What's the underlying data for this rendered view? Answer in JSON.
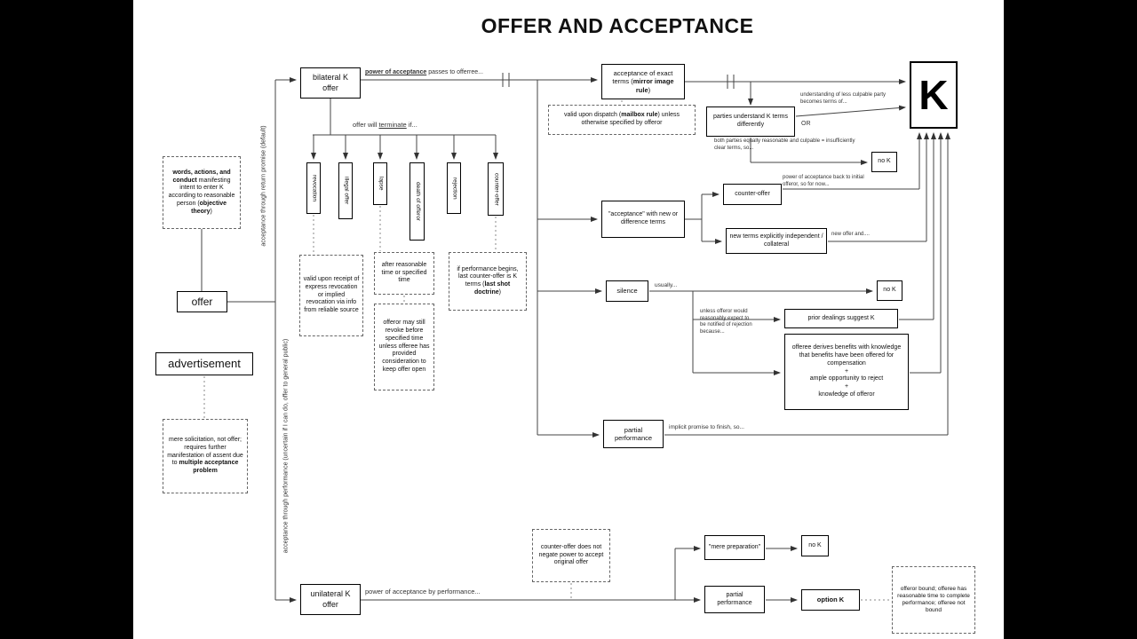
{
  "title": "OFFER AND ACCEPTANCE",
  "k_label": "K",
  "left": {
    "words_b1": "words, actions, and conduct",
    "words_t1": " manifesting intent to enter K according to reasonable person (",
    "words_b2": "objective theory",
    "words_t2": ")",
    "offer": "offer",
    "advertisement": "advertisement",
    "solicit_t1": "mere solicitation, not offer; requires further manifestation of assent due to ",
    "solicit_b1": "multiple acceptance problem",
    "return_promise": "acceptance through return promise (default)",
    "performance": "acceptance through performance (uncertain if I can do, offer to general public)"
  },
  "bilateral": {
    "label": "bilateral K offer",
    "power_u": "power of acceptance",
    "power_t": " passes to offerree..."
  },
  "terminate": {
    "t1": "offer will ",
    "u": "terminate",
    "t2": " if...",
    "items": [
      "revocation",
      "illegal offer",
      "lapse",
      "death of offeror",
      "rejection",
      "counter-offer"
    ],
    "revocation_note": "valid upon receipt of express revocation or implied revocation via info from reliable source",
    "lapse_note": "after reasonable time or specified time",
    "revoke_note": "offeror may still revoke before specified time unless offeree has provided consideration to keep offer open",
    "lastshot_t1": "if performance begins, last counter-offer is K terms (",
    "lastshot_b": "last shot doctrine",
    "lastshot_t2": ")"
  },
  "exact": {
    "t1": "acceptance of exact terms (",
    "b": "mirror image rule",
    "t2": ")",
    "mailbox_t1": "valid upon dispatch (",
    "mailbox_b": "mailbox rule",
    "mailbox_t2": ") unless otherwise specified by offeror",
    "parties": "parties understand K terms differently",
    "less_culpable": "understanding of less culpable party becomes terms of...",
    "or": "OR",
    "equal": "both parties equally reasonable and culpable = insufficiently clear terms, so...",
    "no_k": "no K"
  },
  "newterms": {
    "box": "\"acceptance\" with new or difference terms",
    "counter": "counter-offer",
    "power_back": "power of acceptance back to initial offeror, so for now...",
    "independent": "new terms explicitly independent / collateral",
    "new_offer": "new offer and...."
  },
  "silence": {
    "box": "silence",
    "usually": "usually...",
    "no_k": "no K",
    "unless": "unless offeror would reasonably expect to be notified of rejection because...",
    "prior": "prior dealings suggest K",
    "benefits": [
      "offeree derives benefits with knowledge that benefits have been offered for compensation",
      "+",
      "ample opportunity to reject",
      "+",
      "knowledge of offeror"
    ]
  },
  "partial": {
    "box": "partial performance",
    "implicit": "implicit promise to finish, so..."
  },
  "unilateral": {
    "label": "unilateral K offer",
    "power": "power of acceptance by performance...",
    "counter_note": "counter-offer does not negate power to accept original offer",
    "mere_prep": "\"mere preparation\"",
    "no_k": "no K",
    "partial": "partial performance",
    "option_k": "option K",
    "bound": "offeror bound; offeree has reasonable time to complete performance; offeree not bound"
  }
}
